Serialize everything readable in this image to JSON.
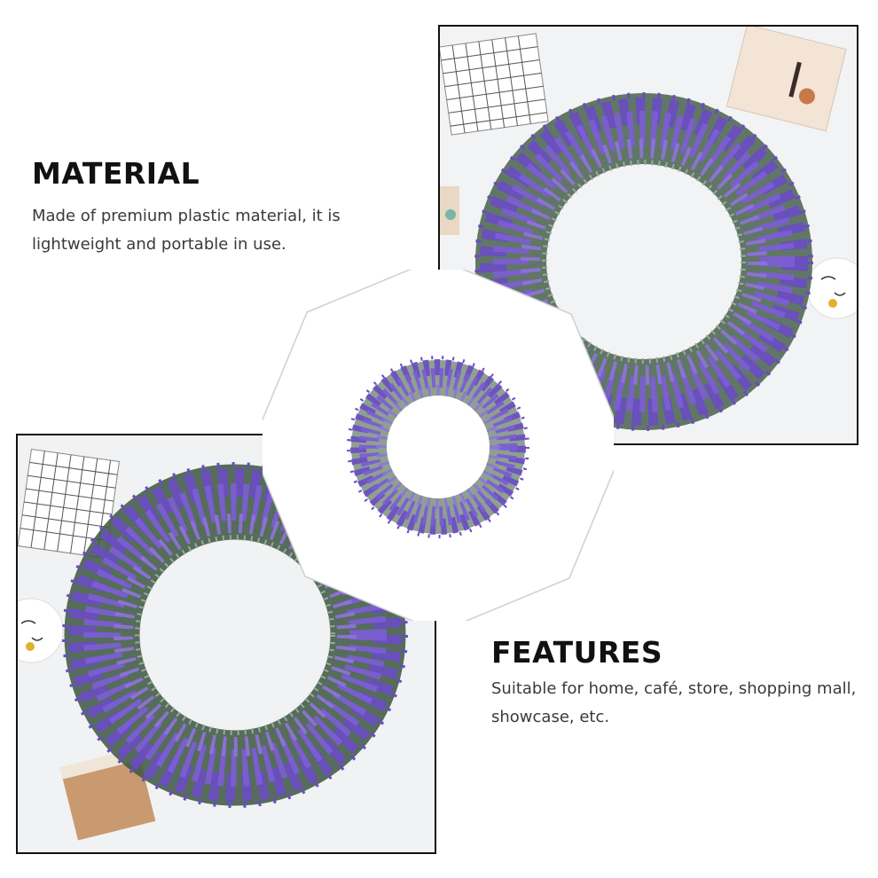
{
  "material": {
    "heading": "MATERIAL",
    "description": "Made of premium plastic material, it is lightweight and portable in use."
  },
  "features": {
    "heading": "FEATURES",
    "description": "Suitable for home, café, store, shopping mall, showcase, etc."
  },
  "colors": {
    "lavender": "#6a4bc4",
    "lavender_light": "#8f73dc",
    "foliage": "#4f6b52",
    "frame_border": "#111111",
    "photo_background": "#f1f2f4"
  },
  "photos": [
    {
      "subject": "lavender-wreath",
      "props": [
        "grid-card",
        "postcard",
        "face-plate",
        "round-coaster"
      ]
    },
    {
      "subject": "lavender-wreath",
      "props": [
        "grid-card",
        "face-plate",
        "kraft-envelope"
      ]
    }
  ]
}
